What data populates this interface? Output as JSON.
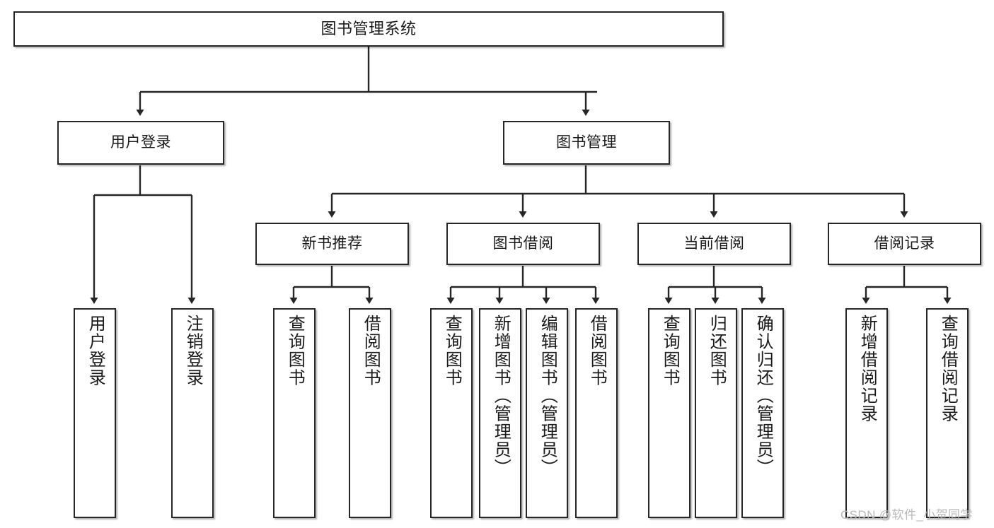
{
  "diagram": {
    "type": "tree",
    "title": "图书管理系统",
    "root": {
      "label": "图书管理系统"
    },
    "level2": [
      {
        "label": "用户登录"
      },
      {
        "label": "图书管理"
      }
    ],
    "level3": [
      {
        "label": "新书推荐"
      },
      {
        "label": "图书借阅"
      },
      {
        "label": "当前借阅"
      },
      {
        "label": "借阅记录"
      }
    ],
    "leaves": {
      "user_login": [
        {
          "label": "用户登录"
        },
        {
          "label": "注销登录"
        }
      ],
      "new_book_recommend": [
        {
          "label": "查询图书"
        },
        {
          "label": "借阅图书"
        }
      ],
      "book_borrow": [
        {
          "label": "查询图书"
        },
        {
          "label": "新增图书（管理员）"
        },
        {
          "label": "编辑图书（管理员）"
        },
        {
          "label": "借阅图书"
        }
      ],
      "current_borrow": [
        {
          "label": "查询图书"
        },
        {
          "label": "归还图书"
        },
        {
          "label": "确认归还（管理员）"
        }
      ],
      "borrow_record": [
        {
          "label": "新增借阅记录"
        },
        {
          "label": "查询借阅记录"
        }
      ]
    },
    "watermark": "CSDN @软件_小贺同学",
    "colors": {
      "border": "#262626",
      "background": "#ffffff",
      "text": "#1a1a1a",
      "watermark": "#b9b9b9"
    }
  }
}
